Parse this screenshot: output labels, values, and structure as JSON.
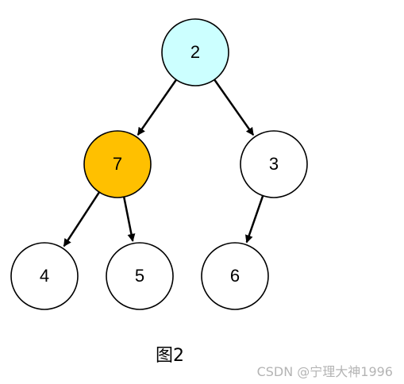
{
  "diagram": {
    "type": "binary-tree",
    "nodes": [
      {
        "id": "n2",
        "label": "2",
        "fill": "#ccffff"
      },
      {
        "id": "n7",
        "label": "7",
        "fill": "#ffc000"
      },
      {
        "id": "n3",
        "label": "3",
        "fill": "#ffffff"
      },
      {
        "id": "n4",
        "label": "4",
        "fill": "#ffffff"
      },
      {
        "id": "n5",
        "label": "5",
        "fill": "#ffffff"
      },
      {
        "id": "n6",
        "label": "6",
        "fill": "#ffffff"
      }
    ],
    "edges": [
      {
        "from": "n2",
        "to": "n7"
      },
      {
        "from": "n2",
        "to": "n3"
      },
      {
        "from": "n7",
        "to": "n4"
      },
      {
        "from": "n7",
        "to": "n5"
      },
      {
        "from": "n3",
        "to": "n6"
      }
    ],
    "colors": {
      "stroke": "#000000",
      "highlight_root": "#ccffff",
      "highlight_node": "#ffc000"
    }
  },
  "caption": "图2",
  "watermark": "CSDN @宁理大神1996"
}
